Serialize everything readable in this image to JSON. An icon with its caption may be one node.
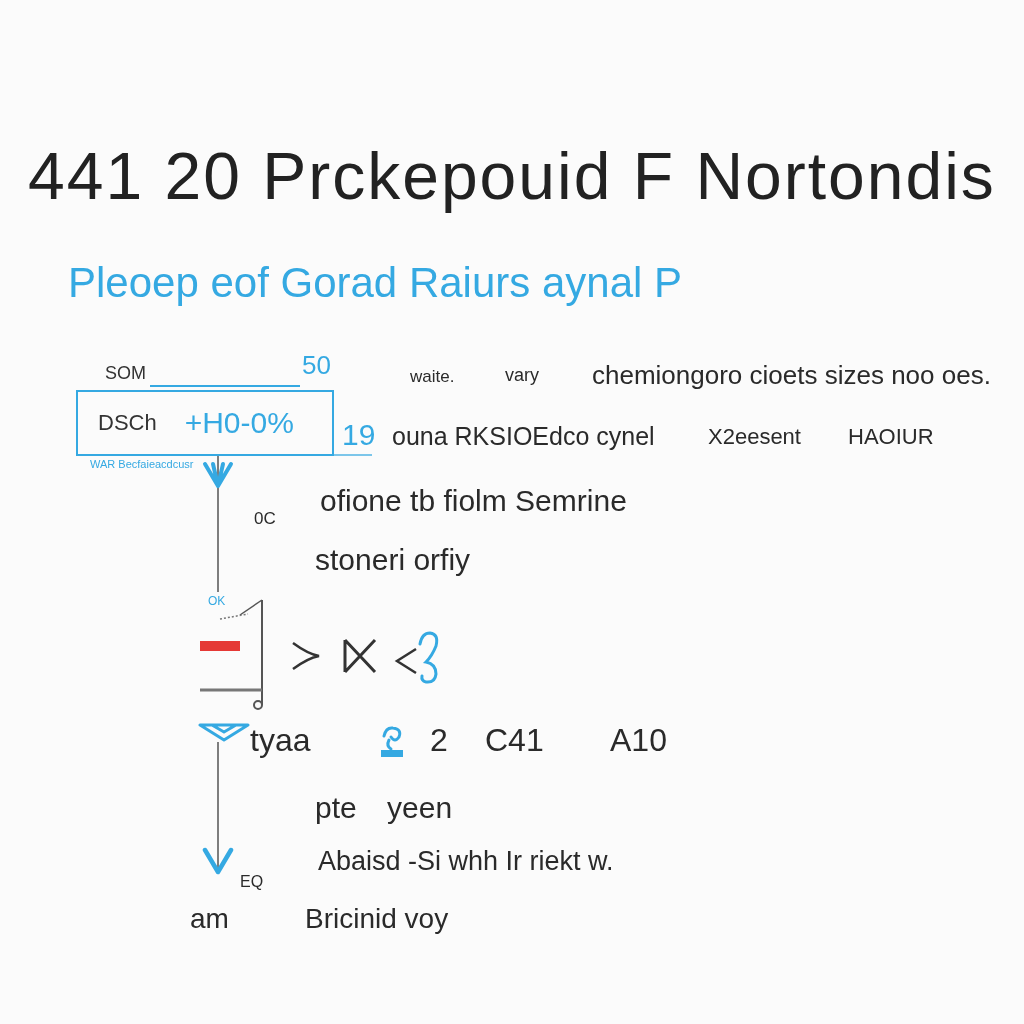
{
  "diagram": {
    "title": "441 20 Prckepouid F Nortondis",
    "nodes": [
      {
        "text": [
          "DSCh",
          "+H0-0%"
        ],
        "beside": [
          "SOM",
          "50",
          "19",
          "WAR Becfaieacdcusr"
        ]
      },
      {
        "text": [
          "OK"
        ]
      },
      {
        "text": [],
        "shape": "triangle"
      }
    ],
    "edges": [
      {
        "from": 1,
        "to": 0,
        "arrow": "other"
      },
      {
        "from": 2,
        "to": null,
        "arrow": "to"
      }
    ],
    "labels": [
      "Pleoep eof Gorad Raiurs aynal P",
      "waite.",
      "vary",
      "chemiongoro cioets sizes noo oes.",
      "ouna RKSIOEdco cynel",
      "X2eesent",
      "HAOIUR",
      "0C",
      "ofione tb fiolm Semrine",
      "stoneri orfiy",
      "tyaa",
      "2",
      "C41",
      "A10",
      "pte yeen",
      "Abaisd -Si whh Ir riekt w.",
      "EQ",
      "am",
      "Bricinid voy"
    ]
  }
}
